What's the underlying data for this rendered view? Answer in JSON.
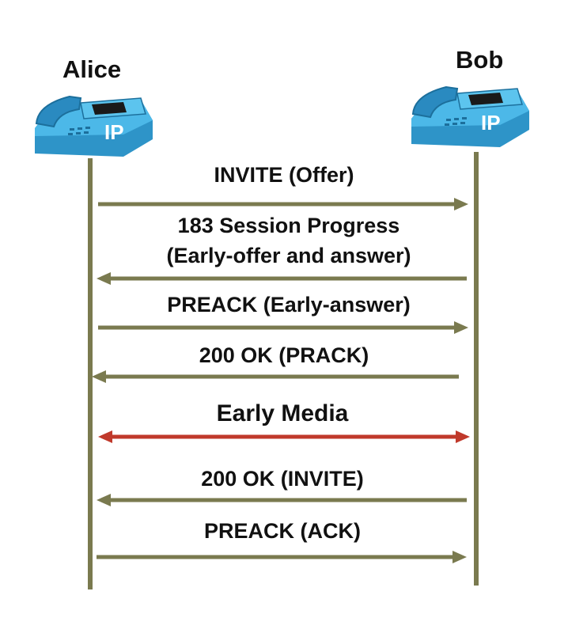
{
  "participants": {
    "left": {
      "name": "Alice",
      "icon": "ip-phone-icon",
      "icon_label": "IP"
    },
    "right": {
      "name": "Bob",
      "icon": "ip-phone-icon",
      "icon_label": "IP"
    }
  },
  "colors": {
    "lifeline": "#7a7a4f",
    "signal_arrow": "#7a7a4f",
    "media_arrow": "#c0392b",
    "phone_body": "#3aa8dc"
  },
  "messages": [
    {
      "label": "INVITE (Offer)",
      "direction": "right"
    },
    {
      "label_line1": "183 Session Progress",
      "label_line2": "(Early-offer and answer)",
      "direction": "left"
    },
    {
      "label": "PREACK (Early-answer)",
      "direction": "right"
    },
    {
      "label": "200 OK (PRACK)",
      "direction": "left"
    },
    {
      "label": "Early Media",
      "direction": "both"
    },
    {
      "label": "200 OK (INVITE)",
      "direction": "left"
    },
    {
      "label": "PREACK (ACK)",
      "direction": "right"
    }
  ]
}
